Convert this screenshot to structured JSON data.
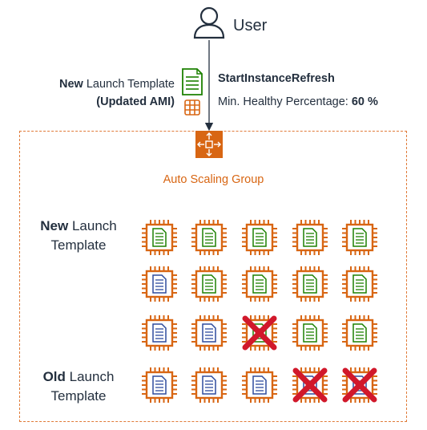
{
  "user": {
    "label": "User",
    "icon": "user-icon"
  },
  "launch_template": {
    "prefix_bold": "New",
    "rest": " Launch Template",
    "line2": "(Updated AMI)"
  },
  "refresh": {
    "title": "StartInstanceRefresh",
    "sub_prefix": "Min. Healthy Percentage: ",
    "sub_value": "60 %"
  },
  "asg": {
    "label": "Auto Scaling Group",
    "icon": "auto-scaling-icon"
  },
  "rows": {
    "new": {
      "bold": "New",
      "rest": " Launch",
      "line2": "Template"
    },
    "old": {
      "bold": "Old",
      "rest": " Launch",
      "line2": "Template"
    }
  },
  "instances": [
    [
      "new",
      "new",
      "new",
      "new",
      "new"
    ],
    [
      "old",
      "new",
      "new",
      "new",
      "new"
    ],
    [
      "old",
      "old",
      "terminated",
      "new",
      "new"
    ],
    [
      "old",
      "old",
      "old",
      "terminated-old",
      "terminated-old"
    ]
  ],
  "colors": {
    "chip": "#d86613",
    "new_doc": "#1d8102",
    "old_doc": "#2e4c9d",
    "cross": "#d1182b",
    "dashed_border": "#e07b39"
  }
}
